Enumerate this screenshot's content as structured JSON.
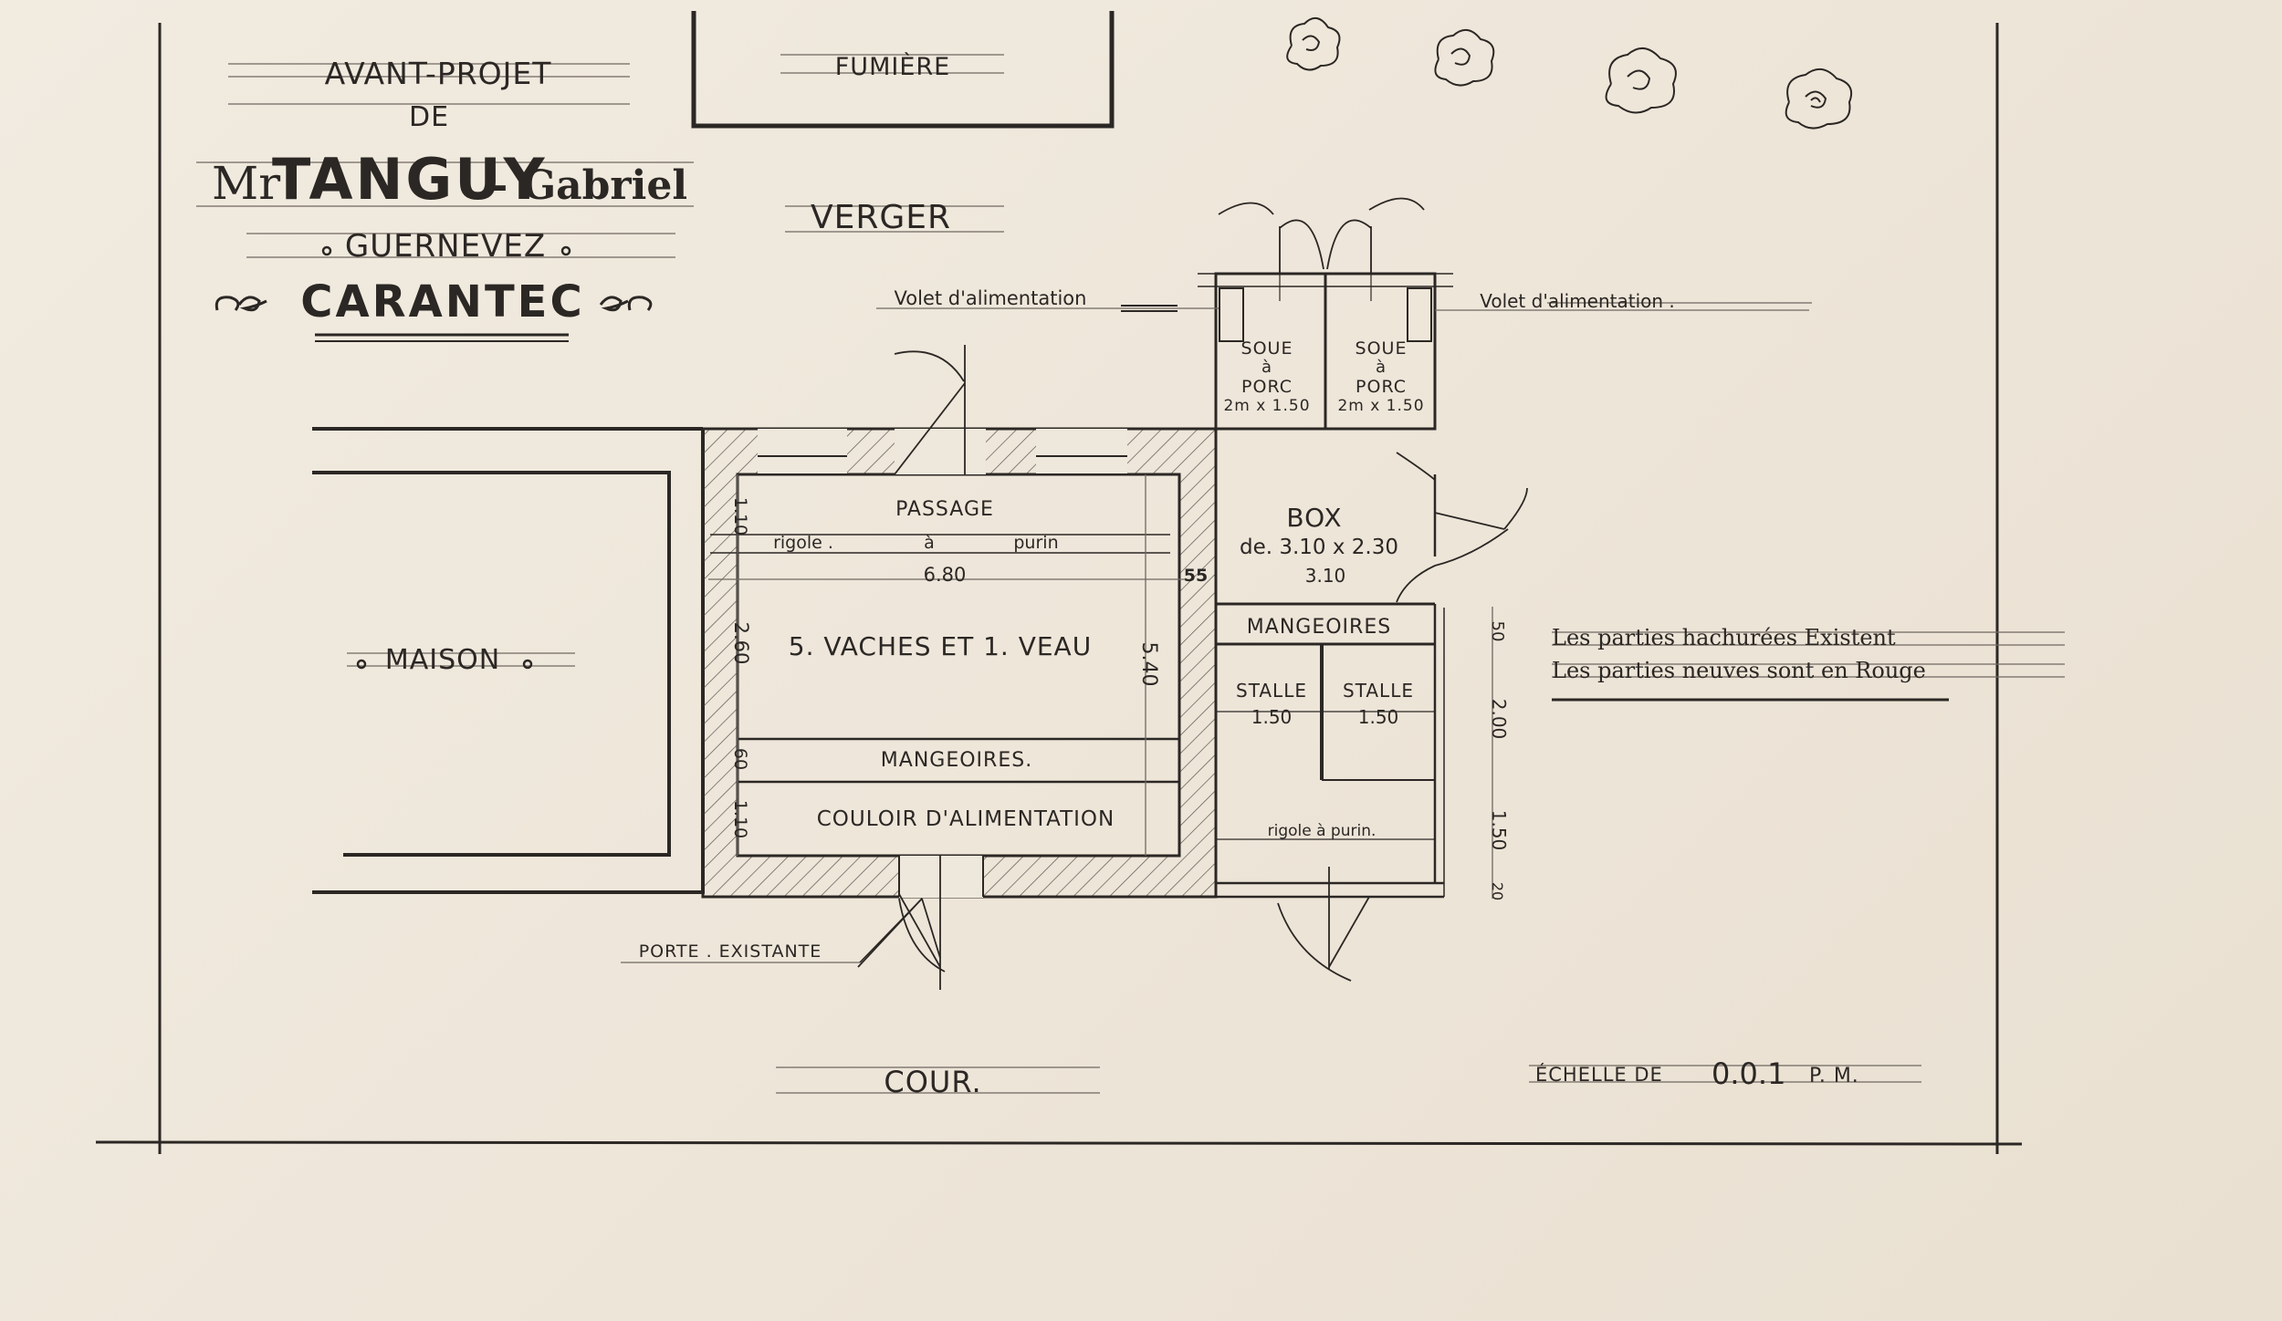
{
  "title_block": {
    "line1": "AVANT-PROJET",
    "line2": "DE",
    "owner_prefix": "Mr",
    "owner_name": "TANGUY",
    "owner_first": "- Gabriel",
    "place": "GUERNEVEZ",
    "commune": "CARANTEC"
  },
  "zones": {
    "fumiere": "FUMIÈRE",
    "verger": "VERGER",
    "maison": "MAISON",
    "cour": "COUR."
  },
  "plan": {
    "volet_left": "Volet d'alimentation",
    "volet_right": "Volet d'alimentation .",
    "soue_1": [
      "SOUE",
      "à",
      "PORC",
      "2m x 1.50"
    ],
    "soue_2": [
      "SOUE",
      "à",
      "PORC",
      "2m x 1.50"
    ],
    "passage": "PASSAGE",
    "rigole_top_1": "rigole .",
    "rigole_top_2": "à",
    "rigole_top_3": "purin",
    "dim_width": "6.80",
    "dim_wall": "55",
    "vaches": "5. VACHES ET 1. VEAU",
    "mangeoires_cow": "MANGEOIRES.",
    "couloir": "COULOIR D'ALIMENTATION",
    "box_title": "BOX",
    "box_size": "de. 3.10 x 2.30",
    "box_dim": "3.10",
    "mangeoires_stall": "MANGEOIRES",
    "stalle_1": "STALLE",
    "stalle_1_dim": "1.50",
    "stalle_2": "STALLE",
    "stalle_2_dim": "1.50",
    "rigole_bottom": "rigole   à   purin.",
    "dim_left_1": "1.10",
    "dim_left_2": "2.60",
    "dim_left_3": "60",
    "dim_left_4": "1.10",
    "dim_mid": "5.40",
    "dim_right_1": "50",
    "dim_right_2": "2.00",
    "dim_right_3": "1.50",
    "dim_right_4": "20",
    "porte": "PORTE . EXISTANTE"
  },
  "legend": {
    "line1": "Les parties hachurées Existent",
    "line2": "Les parties neuves sont en Rouge"
  },
  "scale": {
    "label": "ÉCHELLE DE",
    "value": "0.0.1",
    "unit": "P. M."
  }
}
